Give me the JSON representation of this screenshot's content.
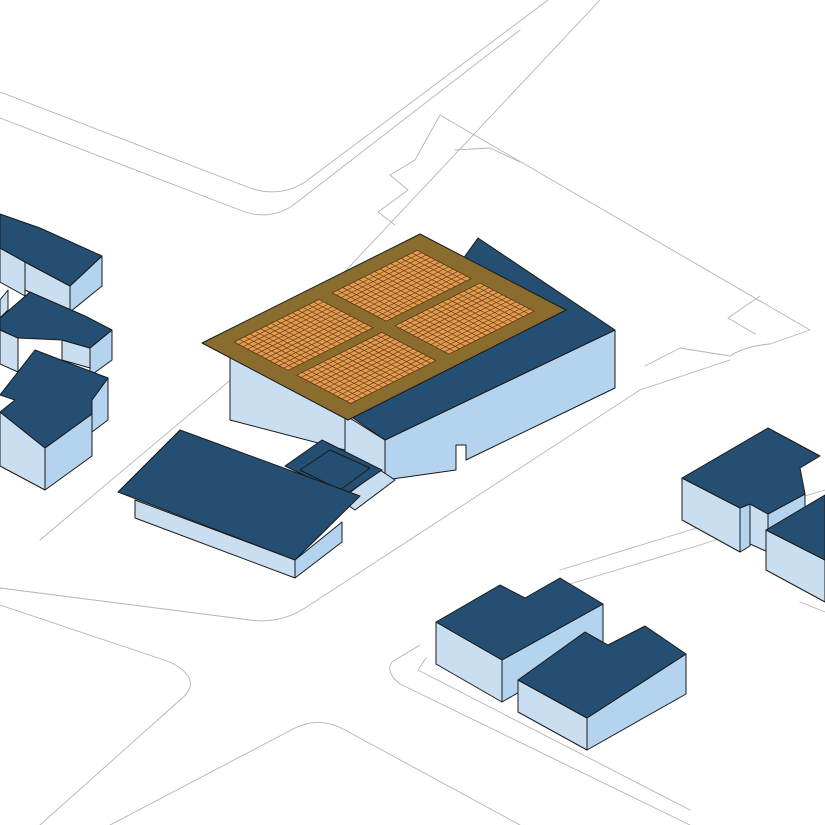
{
  "palette": {
    "background": "#ffffff",
    "roof": "#244f72",
    "wall_lit": "#c9def0",
    "wall_shade": "#b3d3ef",
    "road_line": "#b4b4b4",
    "outline": "#1a1a1a",
    "solar_frame": "#8a6d2e",
    "solar_panel": "#e29a4e",
    "solar_grid": "#5a3414"
  },
  "scene": {
    "buildings": [
      {
        "name": "west-cluster-north"
      },
      {
        "name": "west-cluster-middle"
      },
      {
        "name": "west-cluster-south"
      },
      {
        "name": "main-building"
      },
      {
        "name": "annex-building"
      },
      {
        "name": "east-building"
      },
      {
        "name": "south-building-a"
      },
      {
        "name": "south-building-b"
      }
    ],
    "solar_array": {
      "panel_groups": 4,
      "grid_rows": 12,
      "grid_cols": 16
    }
  }
}
